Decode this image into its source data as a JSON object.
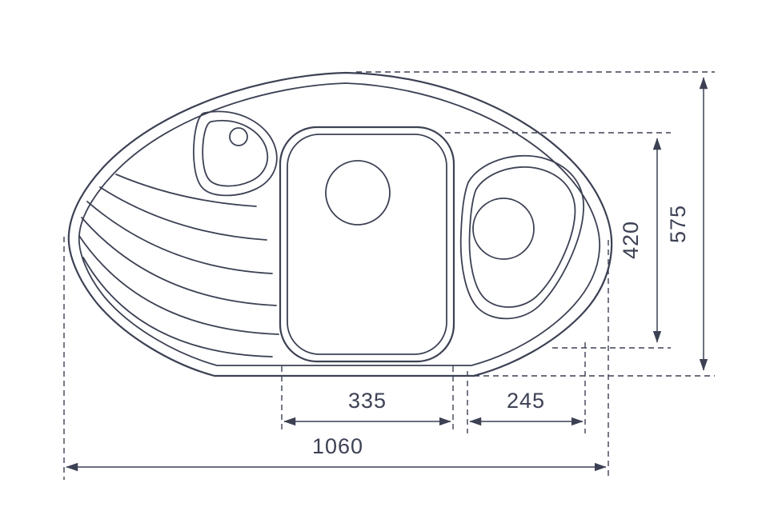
{
  "drawing": {
    "line_color": "#3c4154",
    "background_color": "#ffffff"
  },
  "dimensions": {
    "overall_width": "1060",
    "overall_depth": "575",
    "main_bowl_width": "335",
    "side_bowl_width": "245",
    "bowl_depth": "420"
  }
}
